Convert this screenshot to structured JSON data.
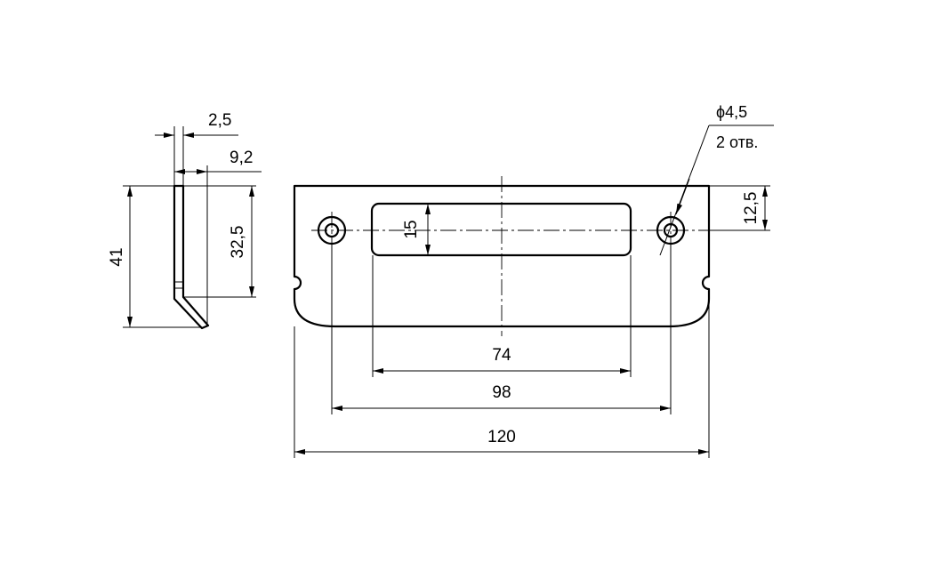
{
  "dimensions": {
    "thickness": "2,5",
    "bend_offset": "9,2",
    "total_height": "41",
    "upper_height": "32,5",
    "slot_height": "15",
    "hole_offset": "12,5",
    "slot_width": "74",
    "hole_spacing": "98",
    "total_width": "120"
  },
  "hole_note": {
    "diameter": "ϕ4,5",
    "count": "2 отв."
  }
}
